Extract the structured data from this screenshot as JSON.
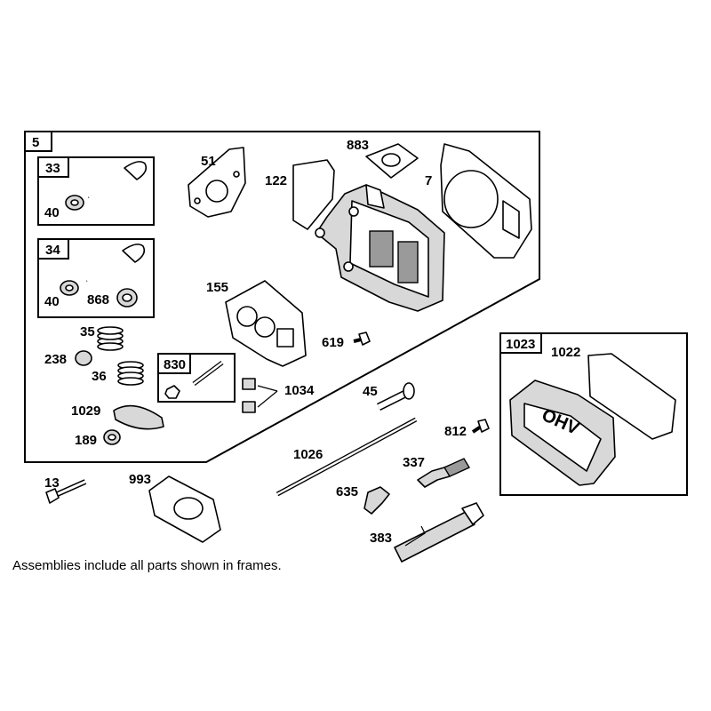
{
  "labels": {
    "p5": "5",
    "p33": "33",
    "p40a": "40",
    "p34": "34",
    "p40b": "40",
    "p868": "868",
    "p35": "35",
    "p238": "238",
    "p36": "36",
    "p830": "830",
    "p1034": "1034",
    "p1029": "1029",
    "p189": "189",
    "p51": "51",
    "p122": "122",
    "p883": "883",
    "p7": "7",
    "p155": "155",
    "p619": "619",
    "p1023": "1023",
    "p1022": "1022",
    "p45": "45",
    "p812": "812",
    "p1026": "1026",
    "p337": "337",
    "p635": "635",
    "p383": "383",
    "p13": "13",
    "p993": "993"
  },
  "cover_text": "OHV",
  "footnote": "Assemblies include all parts shown in frames."
}
